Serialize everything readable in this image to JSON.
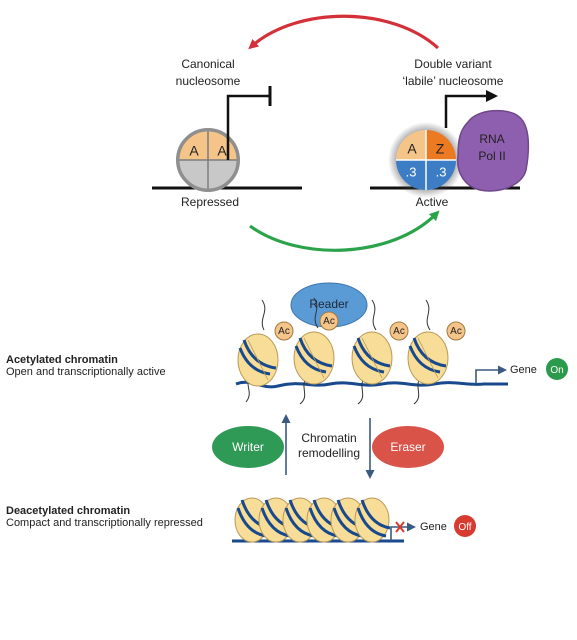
{
  "top_panel": {
    "canonical_line1": "Canonical",
    "canonical_line2": "nucleosome",
    "variant_line1": "Double variant",
    "variant_line2": "‘labile’ nucleosome",
    "repressed": "Repressed",
    "active": "Active",
    "canonical_histones": [
      "A",
      "A"
    ],
    "variant_histones_top": [
      "A",
      "Z"
    ],
    "variant_histones_bottom": [
      ".3",
      ".3"
    ],
    "rna_pol_line1": "RNA",
    "rna_pol_line2": "Pol II"
  },
  "bottom_panel": {
    "acetylated_title": "Acetylated chromatin",
    "acetylated_subtitle": "Open and transcriptionally active",
    "deacetylated_title": "Deacetylated chromatin",
    "deacetylated_subtitle": "Compact and transcriptionally repressed",
    "reader": "Reader",
    "writer": "Writer",
    "eraser": "Eraser",
    "remodel_line1": "Chromatin",
    "remodel_line2": "remodelling",
    "ac_tag": "Ac",
    "gene": "Gene",
    "gene_on": "On",
    "gene_off": "Off"
  },
  "colors": {
    "arrow_red": "#d4303a",
    "arrow_green": "#2aa34a",
    "histone_peach": "#f5c489",
    "histone_grey": "#c8c8c8",
    "histone_orange": "#ec7a22",
    "histone_blue": "#3d7dc6",
    "rna_pol_purple": "#8e5fae",
    "dna_blue": "#17498c",
    "reader_blue": "#5b9bd5",
    "writer_green": "#2e9a55",
    "eraser_red": "#d95348",
    "gene_on_green": "#2b9a4c",
    "gene_off_red": "#d73a2e",
    "nucleosome_yellow": "#f7dd98"
  }
}
